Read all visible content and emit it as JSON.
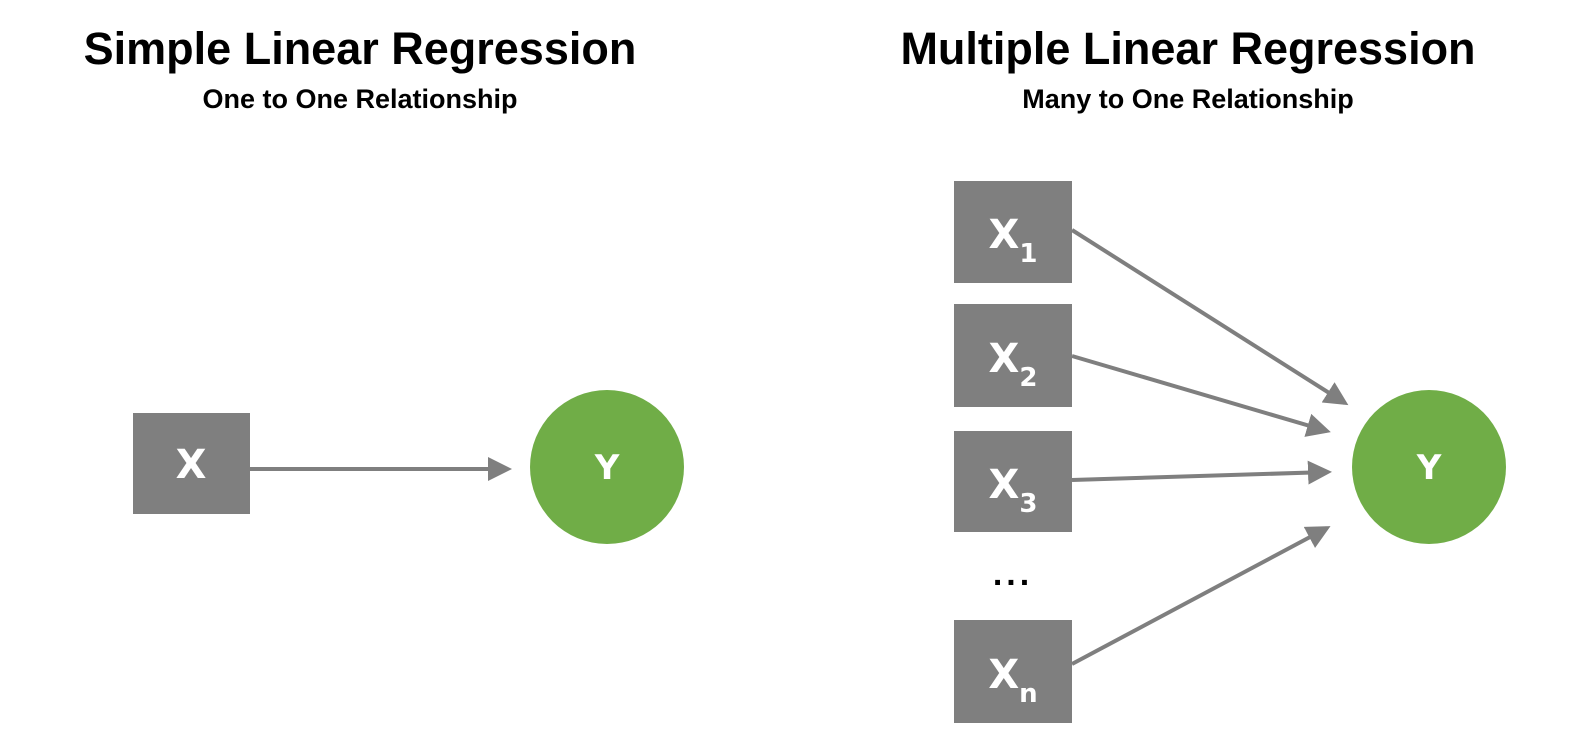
{
  "simple": {
    "title": "Simple Linear Regression",
    "subtitle": "One to One Relationship",
    "input": "X",
    "output": "Y"
  },
  "multiple": {
    "title": "Multiple Linear Regression",
    "subtitle": "Many to One Relationship",
    "inputs": [
      {
        "base": "X",
        "sub": "1"
      },
      {
        "base": "X",
        "sub": "2"
      },
      {
        "base": "X",
        "sub": "3"
      },
      {
        "base": "X",
        "sub": "n"
      }
    ],
    "ellipsis": "...",
    "output": "Y"
  },
  "colors": {
    "box": "#7f7f7f",
    "circle": "#70ad47",
    "arrow": "#7f7f7f"
  }
}
